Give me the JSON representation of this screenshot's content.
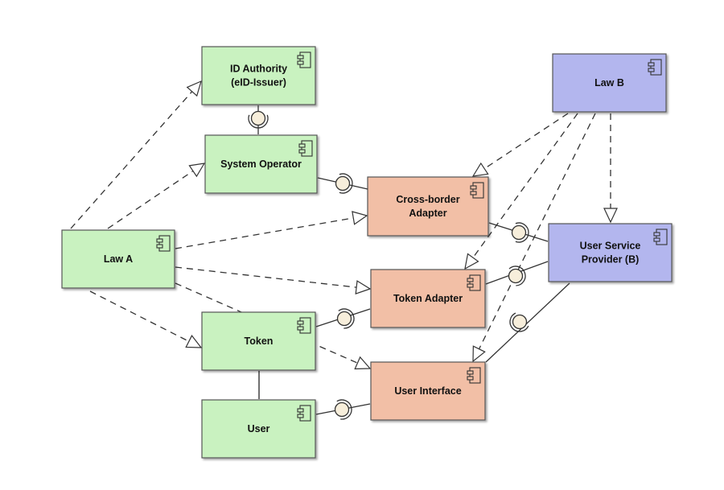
{
  "components": [
    {
      "id": "id_authority",
      "lines": [
        "ID Authority",
        "(eID-Issuer)"
      ],
      "group": "green"
    },
    {
      "id": "system_operator",
      "lines": [
        "System Operator"
      ],
      "group": "green"
    },
    {
      "id": "law_a",
      "lines": [
        "Law A"
      ],
      "group": "green"
    },
    {
      "id": "token",
      "lines": [
        "Token"
      ],
      "group": "green"
    },
    {
      "id": "user",
      "lines": [
        "User"
      ],
      "group": "green"
    },
    {
      "id": "cross_border_adapter",
      "lines": [
        "Cross-border",
        "Adapter"
      ],
      "group": "orange"
    },
    {
      "id": "token_adapter",
      "lines": [
        "Token Adapter"
      ],
      "group": "orange"
    },
    {
      "id": "user_interface",
      "lines": [
        "User Interface"
      ],
      "group": "orange"
    },
    {
      "id": "law_b",
      "lines": [
        "Law B"
      ],
      "group": "blue"
    },
    {
      "id": "user_service_provider",
      "lines": [
        "User Service",
        "Provider (B)"
      ],
      "group": "blue"
    }
  ],
  "colors": {
    "green": "#c9f2c0",
    "orange": "#f2bfa6",
    "blue": "#b3b6ee",
    "border": "#555555",
    "line": "#333333"
  },
  "dependencies": [
    {
      "from": "law_a",
      "to": "id_authority"
    },
    {
      "from": "law_a",
      "to": "system_operator"
    },
    {
      "from": "law_a",
      "to": "cross_border_adapter"
    },
    {
      "from": "law_a",
      "to": "token_adapter"
    },
    {
      "from": "law_a",
      "to": "token"
    },
    {
      "from": "law_a",
      "to": "user_interface"
    },
    {
      "from": "law_b",
      "to": "cross_border_adapter"
    },
    {
      "from": "law_b",
      "to": "token_adapter"
    },
    {
      "from": "law_b",
      "to": "user_interface"
    },
    {
      "from": "law_b",
      "to": "user_service_provider"
    }
  ],
  "interface_links": [
    {
      "provider": "id_authority",
      "consumer": "system_operator"
    },
    {
      "provider": "system_operator",
      "consumer": "cross_border_adapter"
    },
    {
      "provider": "cross_border_adapter",
      "consumer": "user_service_provider"
    },
    {
      "provider": "token_adapter",
      "consumer": "user_service_provider"
    },
    {
      "provider": "user_service_provider",
      "consumer": "user_interface"
    },
    {
      "provider": "token",
      "consumer": "token_adapter"
    },
    {
      "provider": "user",
      "consumer": "user_interface"
    }
  ],
  "associations": [
    {
      "a": "token",
      "b": "user"
    }
  ]
}
